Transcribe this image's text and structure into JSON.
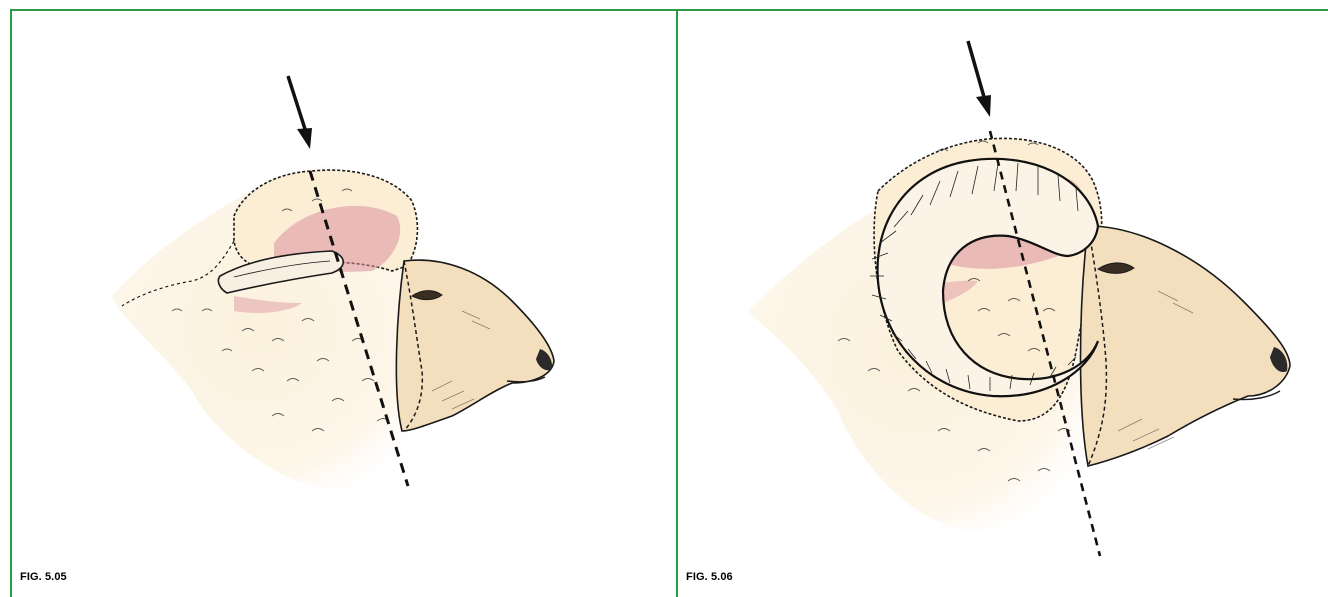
{
  "figures": [
    {
      "caption": "FIG. 5.05",
      "subject": "polled sheep head with scurs"
    },
    {
      "caption": "FIG. 5.06",
      "subject": "horned ram head"
    }
  ],
  "colors": {
    "frame": "#2a9a47",
    "wool": "#fbf1dc",
    "skin": "#f3dfbd",
    "highlight": "#dc8f9d",
    "ink": "#111111"
  }
}
